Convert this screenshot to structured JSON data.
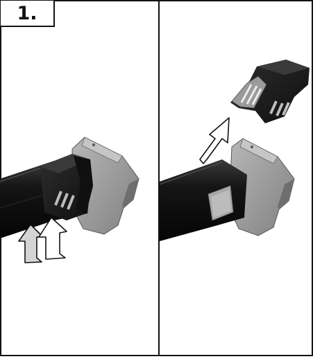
{
  "step": {
    "number_label": "1."
  },
  "panels": [
    {
      "name": "press-release-tabs",
      "arrows": "push-up-arrows"
    },
    {
      "name": "lift-off-cover",
      "arrows": "lift-off-arrow"
    }
  ],
  "colors": {
    "outline": "#111111",
    "tube": "#121212",
    "housing": "#9a9a9a",
    "cover": "#1c1c1c",
    "arrow_fill_light": "#d4d4d4",
    "arrow_fill_white": "#ffffff"
  }
}
